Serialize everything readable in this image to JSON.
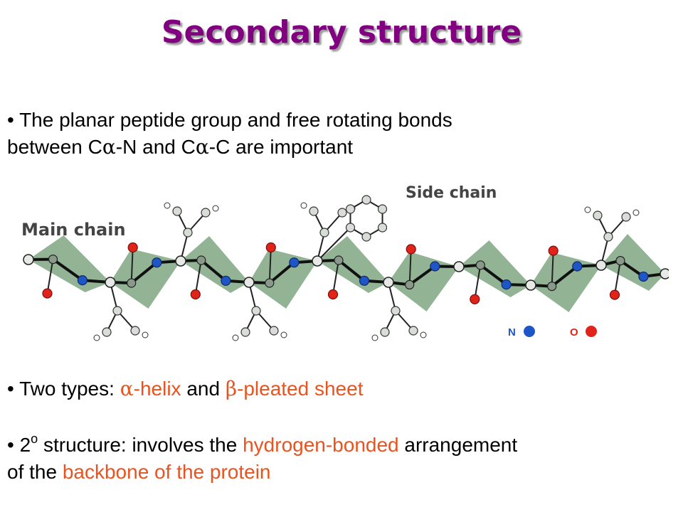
{
  "title": "Secondary structure",
  "bullet1": {
    "line1": "The planar peptide group and free rotating bonds",
    "line2_a": "between C",
    "alpha1": "α",
    "line2_b": "-N and C",
    "alpha2": "α",
    "line2_c": "-C are important"
  },
  "diagram": {
    "main_chain_label": "Main chain",
    "side_chain_label": "Side chain",
    "legend": [
      {
        "label": "N",
        "color": "#1f56c7"
      },
      {
        "label": "O",
        "color": "#e2231a"
      }
    ]
  },
  "bullet2": {
    "prefix": "Two types: ",
    "alpha": "α",
    "helix": "-helix",
    "and": " and ",
    "beta": "β",
    "sheet": "-pleated sheet"
  },
  "bullet3": {
    "num": "2",
    "sup": "o",
    "part1": " structure: involves the ",
    "hbond": "hydrogen-bonded",
    "part2": " arrangement",
    "line2_a": "of the ",
    "backbone": "backbone of the protein"
  },
  "colors": {
    "title": "#800080",
    "accent": "#e8531f",
    "plane": "#6e9b72",
    "nitrogen": "#1f56c7",
    "oxygen": "#e2231a",
    "carbon": "#8a9a8a"
  }
}
